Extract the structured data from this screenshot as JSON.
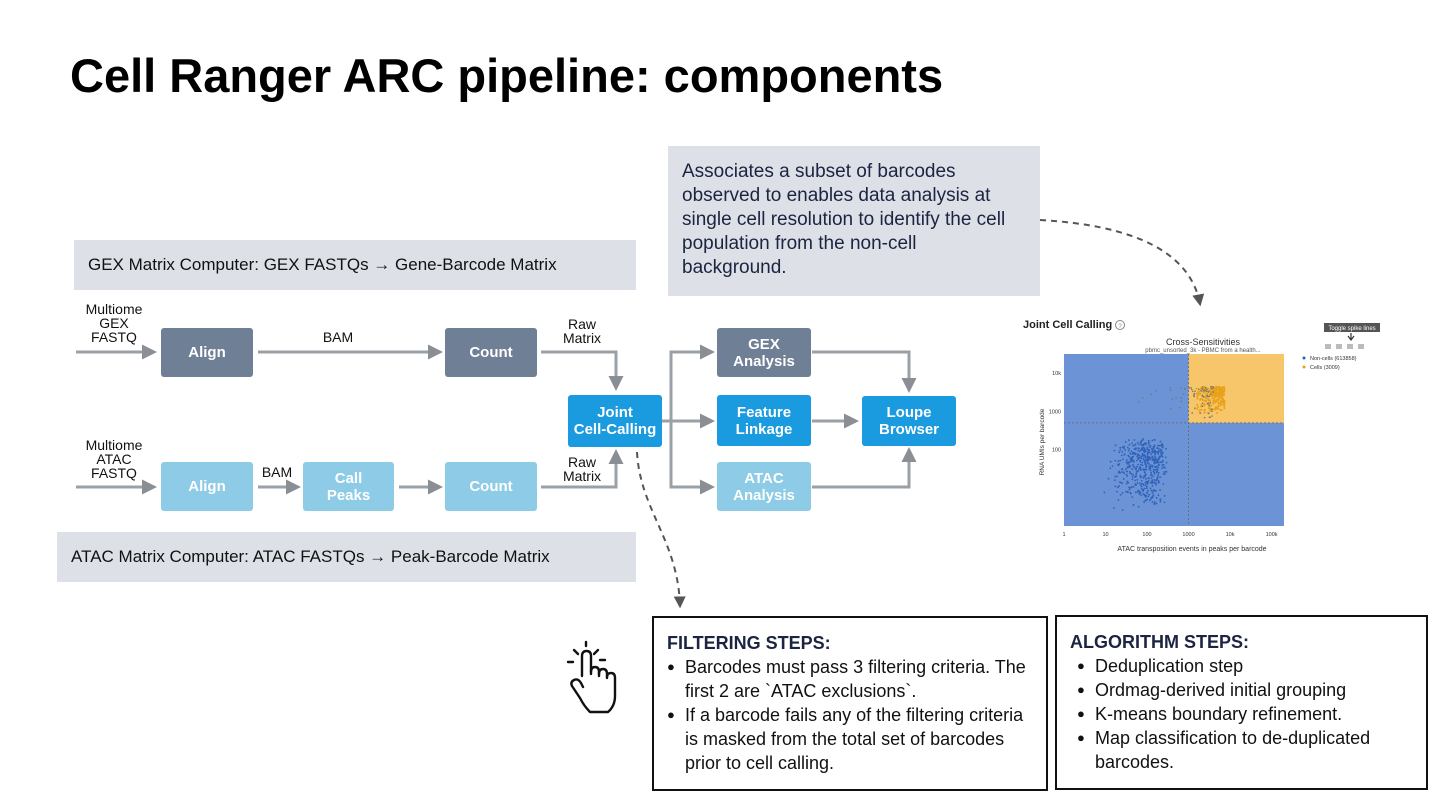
{
  "title": "Cell Ranger ARC pipeline: components",
  "gex_banner": "GEX Matrix Computer: GEX FASTQs → Gene-Barcode Matrix",
  "atac_banner": "ATAC Matrix Computer: ATAC FASTQs → Peak-Barcode Matrix",
  "note": "Associates a subset of barcodes observed to enables data analysis at single cell resolution to identify the cell population from the non-cell background.",
  "inputs": {
    "gex": [
      "Multiome",
      "GEX",
      "FASTQ"
    ],
    "atac": [
      "Multiome",
      "ATAC",
      "FASTQ"
    ]
  },
  "nodes": {
    "gex_align": "Align",
    "gex_count": "Count",
    "atac_align": "Align",
    "call_peaks": "Call\nPeaks",
    "atac_count": "Count",
    "joint": "Joint\nCell-Calling",
    "gex_analysis": "GEX\nAnalysis",
    "feature_linkage": "Feature\nLinkage",
    "atac_analysis": "ATAC\nAnalysis",
    "loupe": "Loupe\nBrowser"
  },
  "edge_labels": {
    "bam_gex": "BAM",
    "bam_atac": "BAM",
    "raw_matrix_gex": [
      "Raw",
      "Matrix"
    ],
    "raw_matrix_atac": [
      "Raw",
      "Matrix"
    ]
  },
  "filtering": {
    "heading": "FILTERING STEPS:",
    "items": [
      "Barcodes must pass 3 filtering criteria. The first 2 are `ATAC exclusions`.",
      "If  a barcode fails any of the filtering criteria is masked from the total set of barcodes prior to cell calling."
    ]
  },
  "algorithm": {
    "heading": "ALGORITHM STEPS:",
    "items": [
      "Deduplication step",
      "Ordmag-derived initial grouping",
      "K-means boundary refinement.",
      "Map classification to de-duplicated barcodes."
    ]
  },
  "icons": {
    "pointer": "hand-pointer-icon",
    "help": "question-icon"
  },
  "chart_data": {
    "type": "scatter",
    "panel_title": "Joint Cell Calling",
    "title": "Cross-Sensitivities",
    "subtitle": "pbmc_unsorted_3k - PBMC from a health...",
    "xlabel": "ATAC transposition events in peaks per barcode",
    "ylabel": "RNA UMIs per barcode",
    "x_scale": "log",
    "y_scale": "log",
    "x_ticks": [
      "1",
      "10",
      "100",
      "1000",
      "10k",
      "100k"
    ],
    "y_ticks": [
      "10k",
      "1000",
      "100"
    ],
    "threshold_x": 1000,
    "threshold_y": 500,
    "tooltip": "Toggle spike lines",
    "legend": [
      "Non-cells (613858)",
      "Cells (3009)"
    ],
    "legend_position": "right",
    "colors": {
      "noncell_region": "#6b93d6",
      "cell_region": "#f7c56a",
      "noncell": "#2f62b8",
      "cell": "#e8a21a"
    },
    "series": [
      {
        "name": "Non-cells (613858)",
        "values": []
      },
      {
        "name": "Cells (3009)",
        "values": []
      }
    ]
  }
}
